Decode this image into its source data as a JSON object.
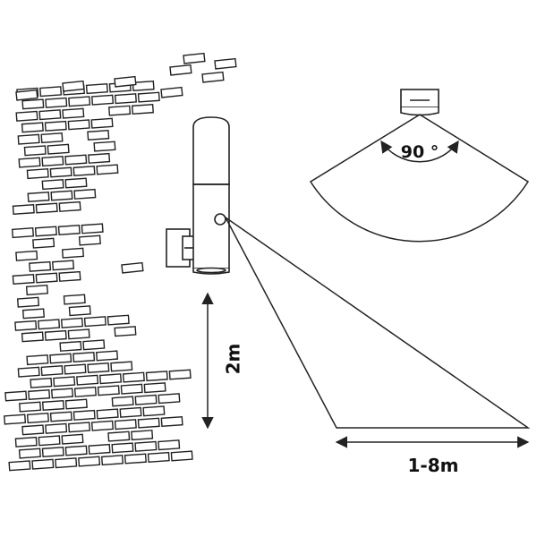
{
  "labels": {
    "angle": "90 °",
    "height": "2m",
    "range": "1-8m"
  },
  "colors": {
    "stroke": "#222222",
    "background": "#ffffff"
  },
  "icons": [
    "brick-wall-icon",
    "wall-lamp-icon",
    "motion-sensor-icon"
  ]
}
